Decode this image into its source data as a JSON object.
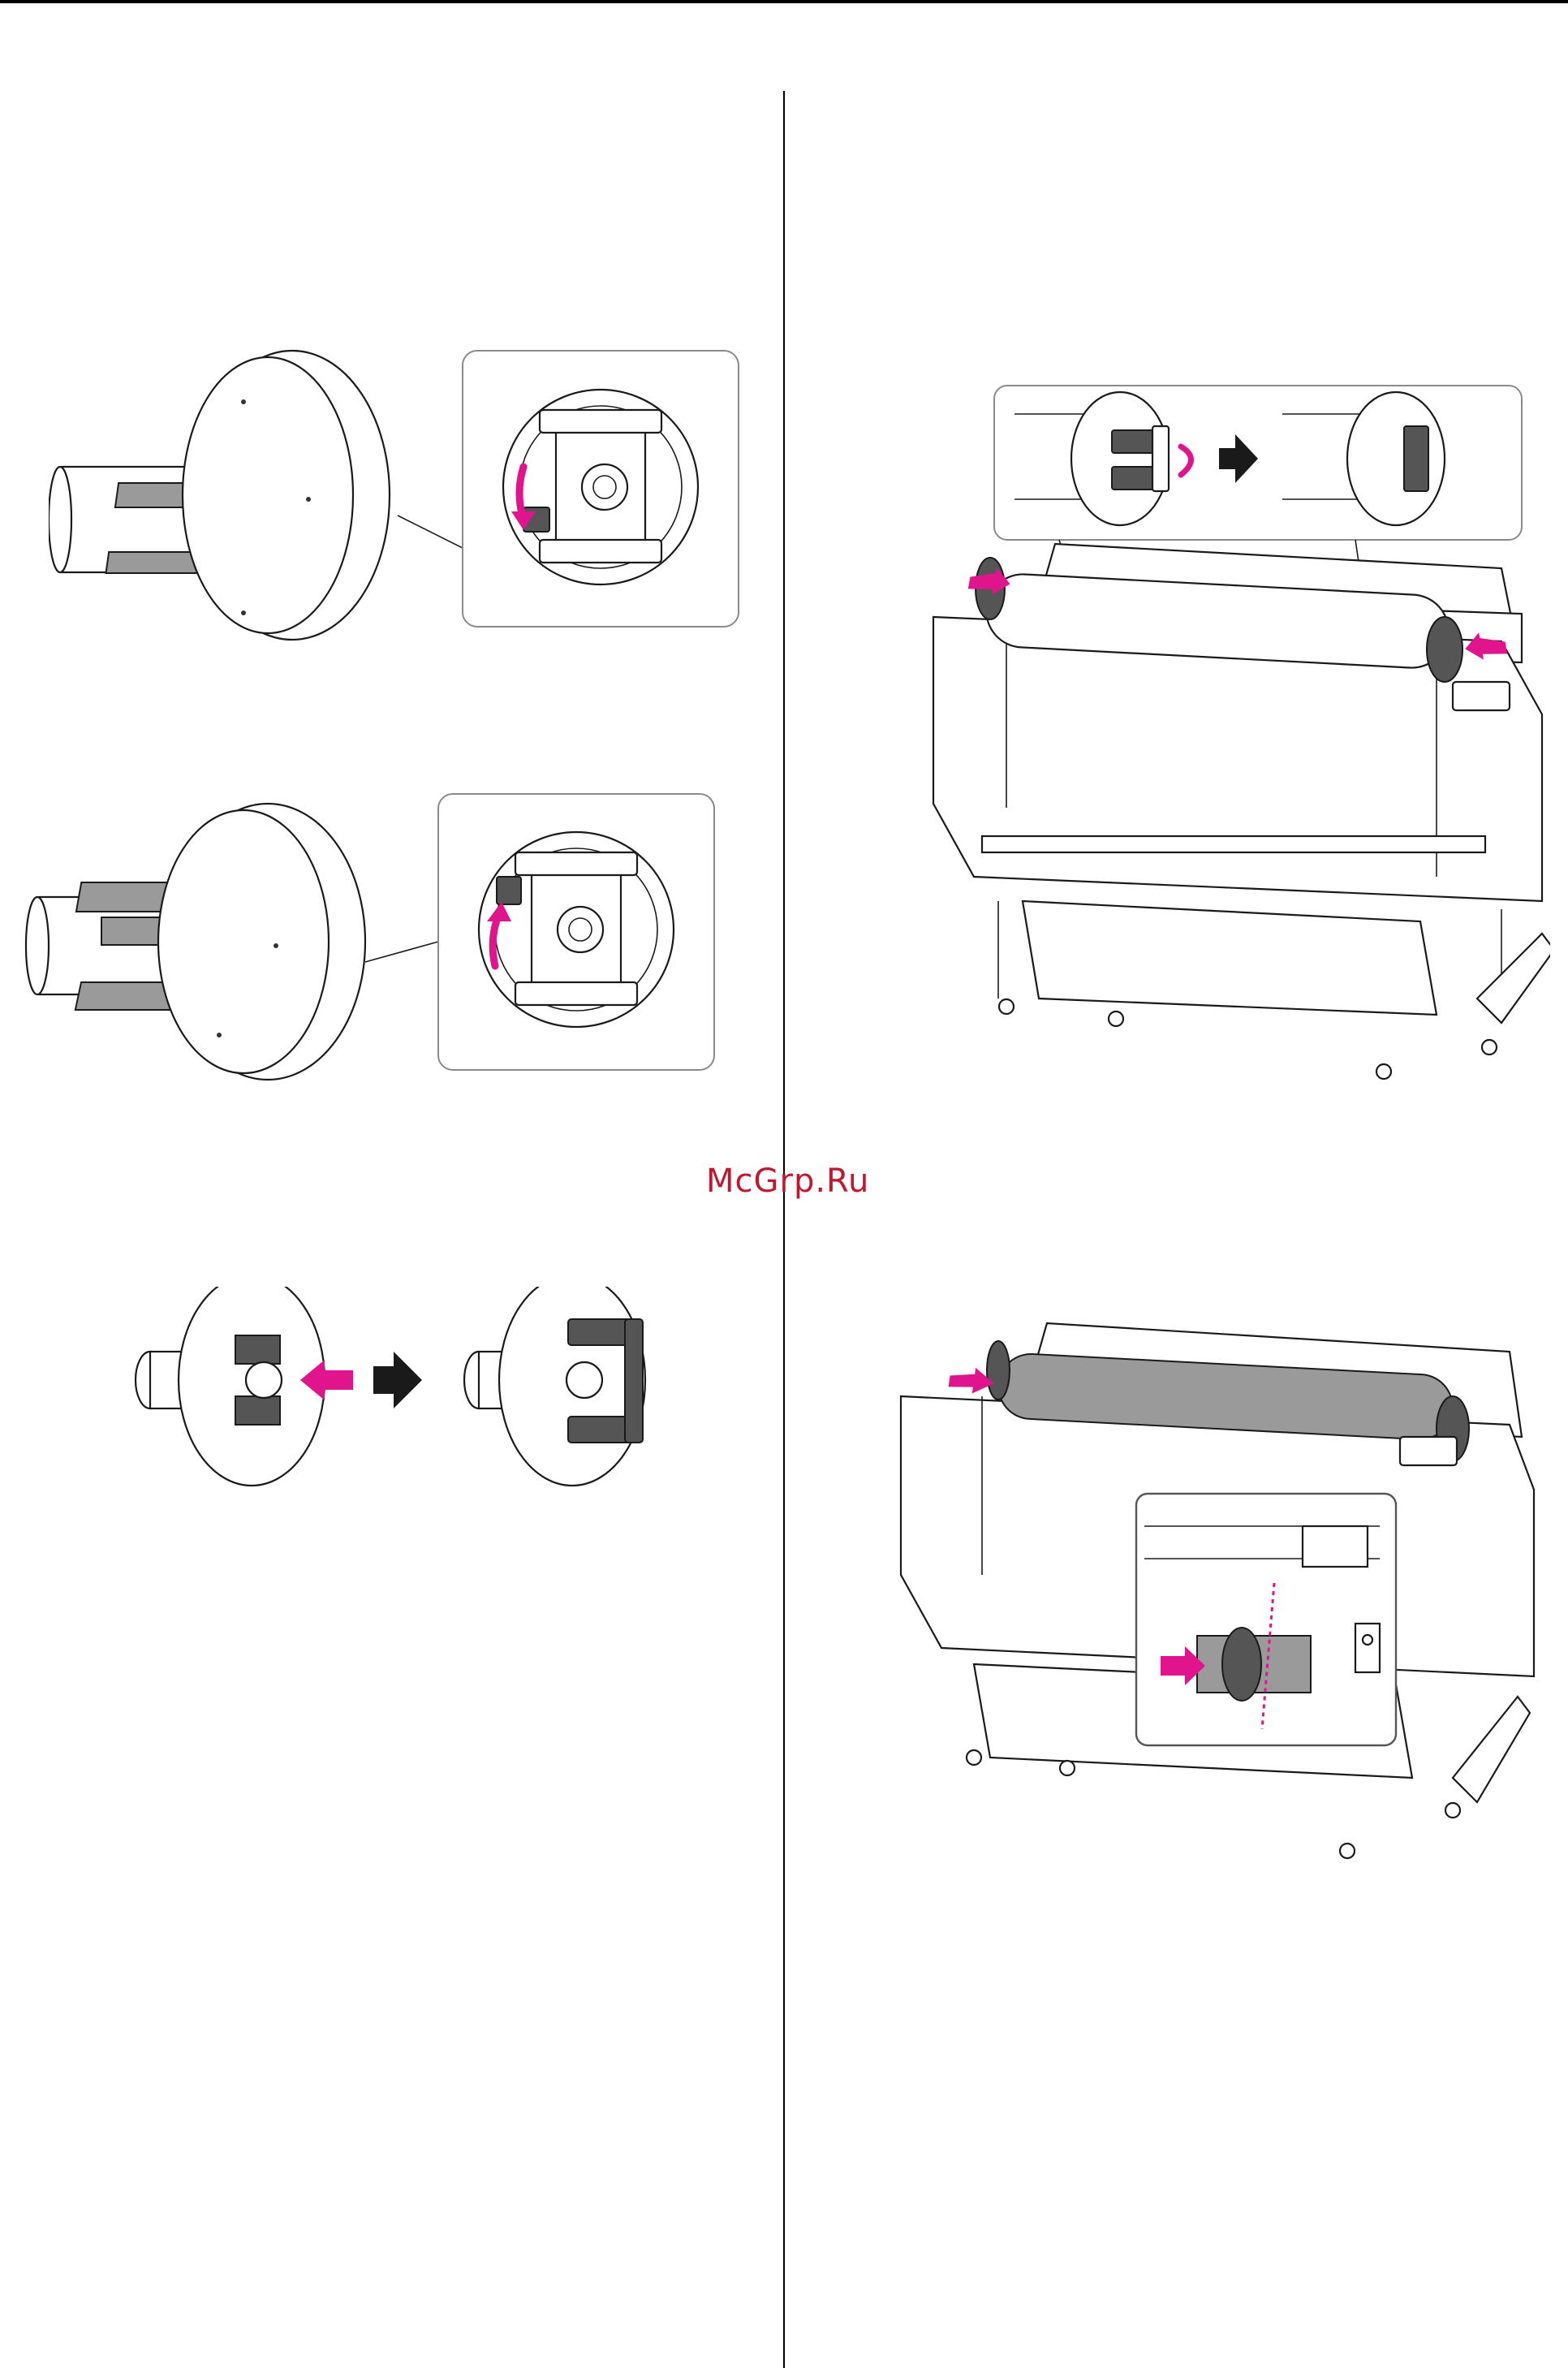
{
  "watermark": {
    "text": "McGrp.Ru"
  },
  "colors": {
    "accent_arrow": "#e0148c",
    "direction_arrow": "#1a1a1a",
    "rule": "#000000"
  },
  "figures": [
    {
      "name": "adapter-lever-unlock",
      "icon": "roll-adapter-icon"
    },
    {
      "name": "adapter-lever-lock",
      "icon": "roll-adapter-icon"
    },
    {
      "name": "adapter-insert-into-roll",
      "icon": "roll-adapter-icon"
    },
    {
      "name": "printer-roll-mounting",
      "icon": "printer-icon"
    },
    {
      "name": "printer-roll-feed-slot",
      "icon": "printer-icon"
    }
  ]
}
